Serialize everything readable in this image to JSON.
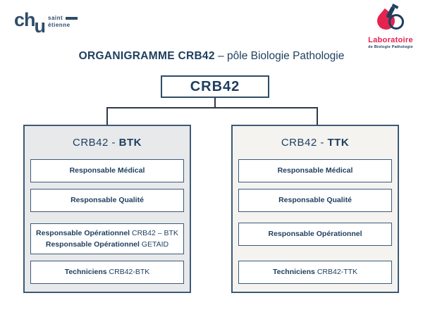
{
  "logos": {
    "chu": {
      "ch": "ch",
      "u": "u",
      "line1": "saint",
      "line2": "étienne"
    },
    "lab": {
      "name": "Laboratoire",
      "subtitle": "de Biologie Pathologie"
    }
  },
  "title": {
    "bold": "ORGANIGRAMME CRB42",
    "rest": " – pôle Biologie Pathologie"
  },
  "root": {
    "label": "CRB42"
  },
  "colors": {
    "navy": "#1d3e5f",
    "border": "#3c5a77",
    "panel_left_bg": "#e8e9eb",
    "panel_right_bg": "#f4f3f0",
    "logo_red": "#e5234e",
    "connector": "#2f3b47"
  },
  "panels": [
    {
      "header": {
        "prefix": "CRB42 - ",
        "bold": "BTK"
      },
      "boxes": [
        {
          "lines": [
            {
              "bold": "Responsable Médical",
              "rest": ""
            }
          ]
        },
        {
          "lines": [
            {
              "bold": "Responsable Qualité",
              "rest": ""
            }
          ]
        },
        {
          "lines": [
            {
              "bold": "Responsable Opérationnel",
              "rest": " CRB42 – BTK"
            },
            {
              "bold": "Responsable Opérationnel",
              "rest": " GETAID"
            }
          ]
        },
        {
          "lines": [
            {
              "bold": "Techniciens",
              "rest": " CRB42-BTK"
            }
          ]
        }
      ]
    },
    {
      "header": {
        "prefix": "CRB42 - ",
        "bold": "TTK"
      },
      "boxes": [
        {
          "lines": [
            {
              "bold": "Responsable Médical",
              "rest": ""
            }
          ]
        },
        {
          "lines": [
            {
              "bold": "Responsable Qualité",
              "rest": ""
            }
          ]
        },
        {
          "lines": [
            {
              "bold": "Responsable Opérationnel",
              "rest": ""
            }
          ]
        },
        {
          "lines": [
            {
              "bold": "Techniciens",
              "rest": " CRB42-TTK"
            }
          ]
        }
      ]
    }
  ]
}
